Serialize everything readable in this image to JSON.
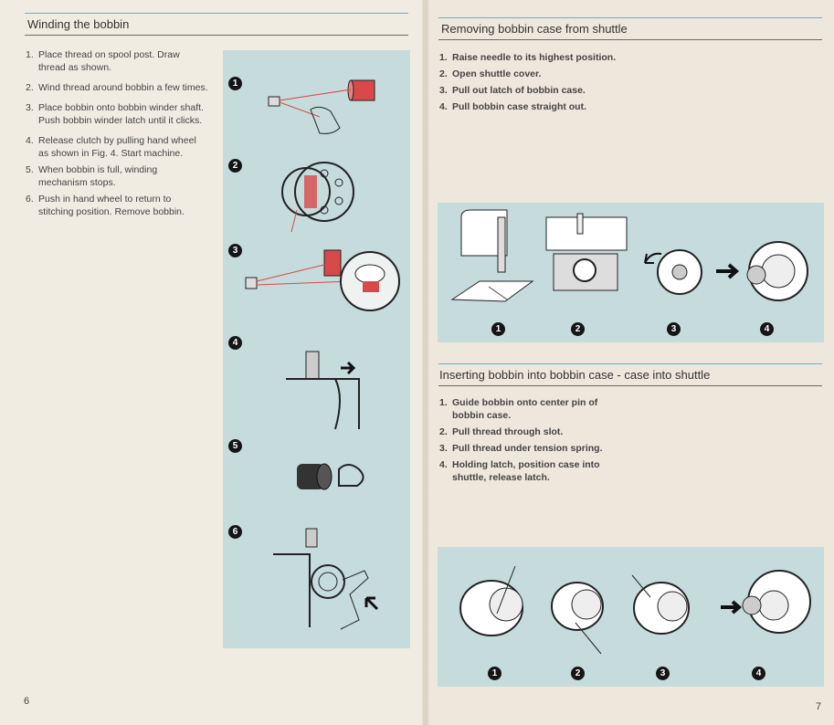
{
  "left": {
    "title": "Winding the bobbin",
    "steps": [
      {
        "num": "1.",
        "text": "Place thread on spool post.  Draw thread as shown."
      },
      {
        "num": "2.",
        "text": "Wind thread around bobbin a few times."
      },
      {
        "num": "3.",
        "text": "Place bobbin onto bobbin winder shaft.  Push bobbin winder latch until it clicks."
      },
      {
        "num": "4.",
        "text": "Release clutch by pulling hand wheel as shown in Fig. 4. Start machine."
      },
      {
        "num": "5.",
        "text": "When bobbin is full, winding mechanism stops."
      },
      {
        "num": "6.",
        "text": "Push in hand wheel to return to stitching position. Remove bobbin."
      }
    ],
    "figures": [
      "1",
      "2",
      "3",
      "4",
      "5",
      "6"
    ],
    "page_number": "6"
  },
  "right": {
    "section1": {
      "title": "Removing bobbin case from shuttle",
      "steps": [
        {
          "num": "1.",
          "text": "Raise needle to its highest position."
        },
        {
          "num": "2.",
          "text": "Open shuttle cover."
        },
        {
          "num": "3.",
          "text": "Pull out latch of bobbin case."
        },
        {
          "num": "4.",
          "text": "Pull bobbin case straight out."
        }
      ],
      "figures": [
        "1",
        "2",
        "3",
        "4"
      ]
    },
    "section2": {
      "title": "Inserting bobbin into bobbin case - case into shuttle",
      "steps": [
        {
          "num": "1.",
          "text": "Guide bobbin onto center pin of bobbin case."
        },
        {
          "num": "2.",
          "text": "Pull thread through slot."
        },
        {
          "num": "3.",
          "text": "Pull thread under tension spring."
        },
        {
          "num": "4.",
          "text": "Holding latch, position case into shuttle, release latch."
        }
      ],
      "figures": [
        "1",
        "2",
        "3",
        "4"
      ]
    },
    "page_number": "7"
  },
  "colors": {
    "rule_accent": "#5fb4d4",
    "panel": "#c5dbdc",
    "thread_red": "#d84a4a"
  }
}
